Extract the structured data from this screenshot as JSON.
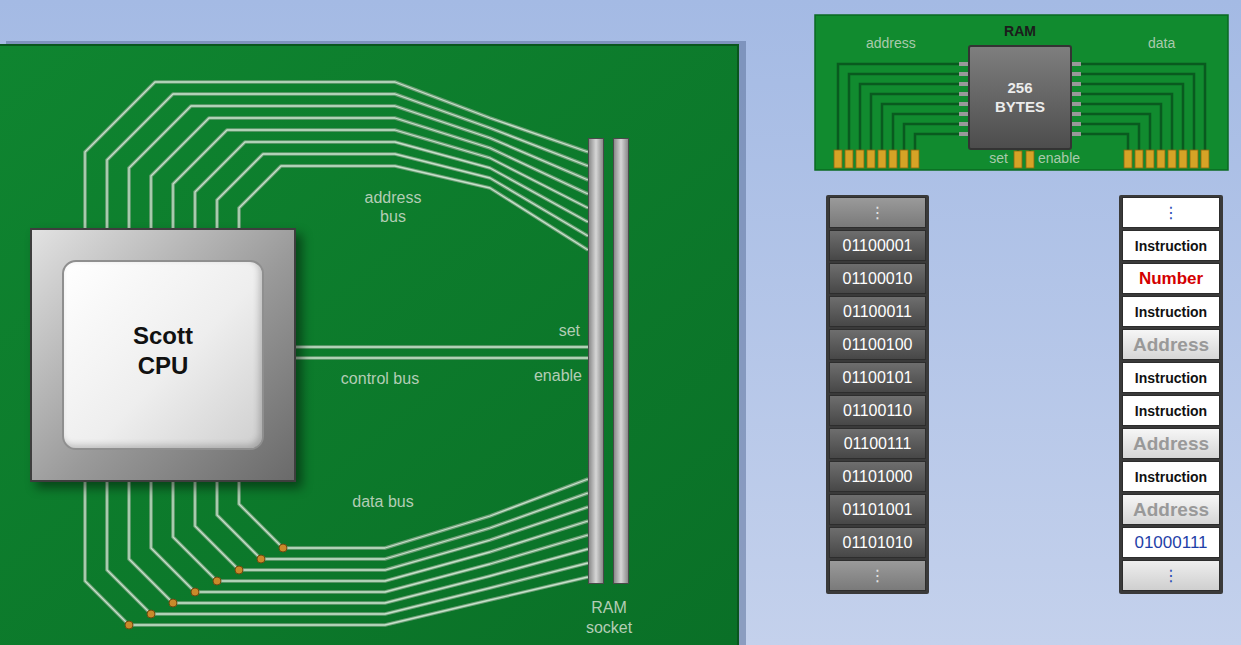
{
  "diagram": {
    "nodes": [
      {
        "text": [
          "Scott CPU"
        ]
      },
      {
        "text": [
          "RAM socket"
        ]
      },
      {
        "text": [
          "RAM",
          "256 BYTES"
        ]
      }
    ],
    "edges": [
      {
        "from": 0,
        "to": 1,
        "label": "address bus",
        "arrow": "none"
      },
      {
        "from": 0,
        "to": 1,
        "label": "control bus",
        "arrow": "none"
      },
      {
        "from": 0,
        "to": 1,
        "label": "data bus",
        "arrow": "none"
      }
    ],
    "labels": [
      "set",
      "enable",
      "address",
      "data",
      "set",
      "enable",
      "⋮",
      "01100001",
      "01100010",
      "01100011",
      "01100100",
      "01100101",
      "01100110",
      "01100111",
      "01101000",
      "01101001",
      "01101010",
      "⋮",
      "⋮",
      "Instruction",
      "Number",
      "Instruction",
      "Address",
      "Instruction",
      "Instruction",
      "Address",
      "Instruction",
      "Address",
      "01000111",
      "⋮"
    ]
  }
}
